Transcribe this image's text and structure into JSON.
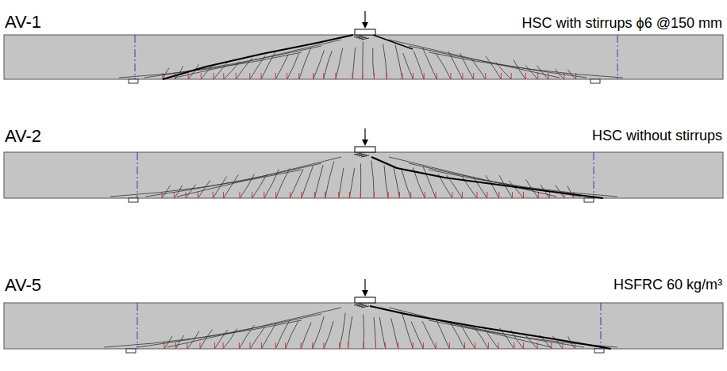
{
  "diagram": {
    "labels": [
      "AV-1",
      "HSC with stirrups ϕ6 @150 mm",
      "AV-2",
      "HSC without stirrups",
      "AV-5",
      "HSFRC 60 kg/m³"
    ]
  }
}
